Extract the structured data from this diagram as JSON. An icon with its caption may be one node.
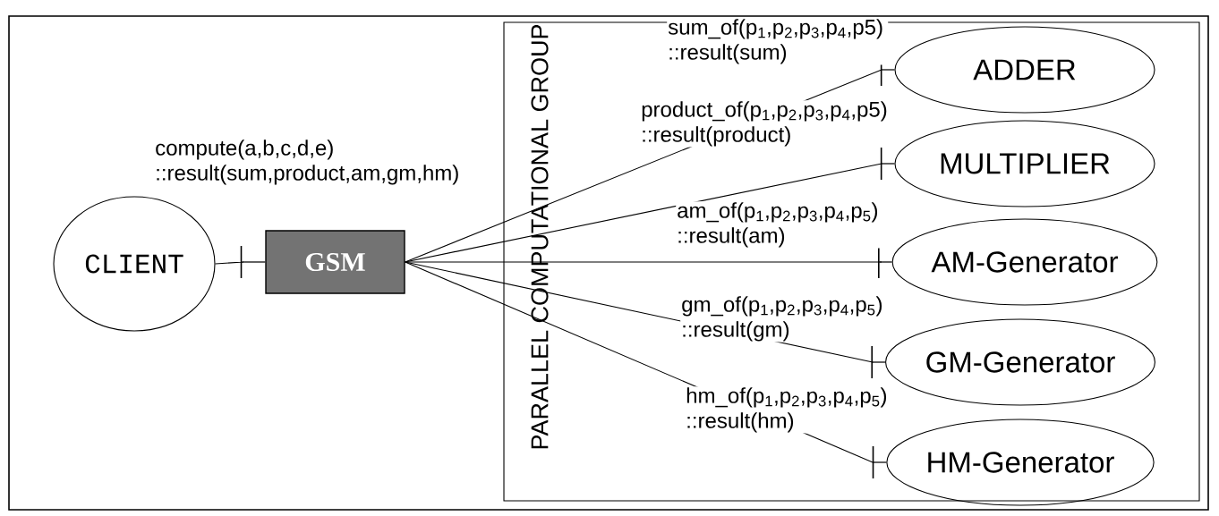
{
  "diagram": {
    "nodes": [
      {
        "text": [
          "CLIENT"
        ]
      },
      {
        "text": [
          "GSM"
        ]
      },
      {
        "text": [
          "PARALLEL COMPUTATIONAL GROUP"
        ]
      },
      {
        "text": [
          "ADDER"
        ],
        "in": 2
      },
      {
        "text": [
          "MULTIPLIER"
        ],
        "in": 2
      },
      {
        "text": [
          "AM-Generator"
        ],
        "in": 2
      },
      {
        "text": [
          "GM-Generator"
        ],
        "in": 2
      },
      {
        "text": [
          "HM-Generator"
        ],
        "in": 2
      }
    ],
    "edges": [
      {
        "from": 0,
        "to": 1,
        "arrow": "other",
        "label": "compute(a,b,c,d,e) ::result(sum,product,am,gm,hm)"
      },
      {
        "from": 1,
        "to": 3,
        "arrow": "other",
        "label": "sum_of(p$_{1}$,p$_{2}$,p$_{3}$,p$_{4}$,p5) ::result(sum)"
      },
      {
        "from": 1,
        "to": 4,
        "arrow": "other",
        "label": "product_of(p$_{1}$,p$_{2}$,p$_{3}$,p$_{4}$,p5) ::result(product)"
      },
      {
        "from": 1,
        "to": 5,
        "arrow": "other",
        "label": "am_of(p$_{1}$,p$_{2}$,p$_{3}$,p$_{4}$,p$_{5}$) ::result(am)"
      },
      {
        "from": 1,
        "to": 6,
        "arrow": "other",
        "label": "gm_of(p$_{1}$,p$_{2}$,p$_{3}$,p$_{4}$,p$_{5}$) ::result(gm)"
      },
      {
        "from": 1,
        "to": 7,
        "arrow": "other",
        "label": "hm_of(p$_{1}$,p$_{2}$,p$_{3}$,p$_{4}$,p$_{5}$) ::result(hm)"
      }
    ]
  }
}
